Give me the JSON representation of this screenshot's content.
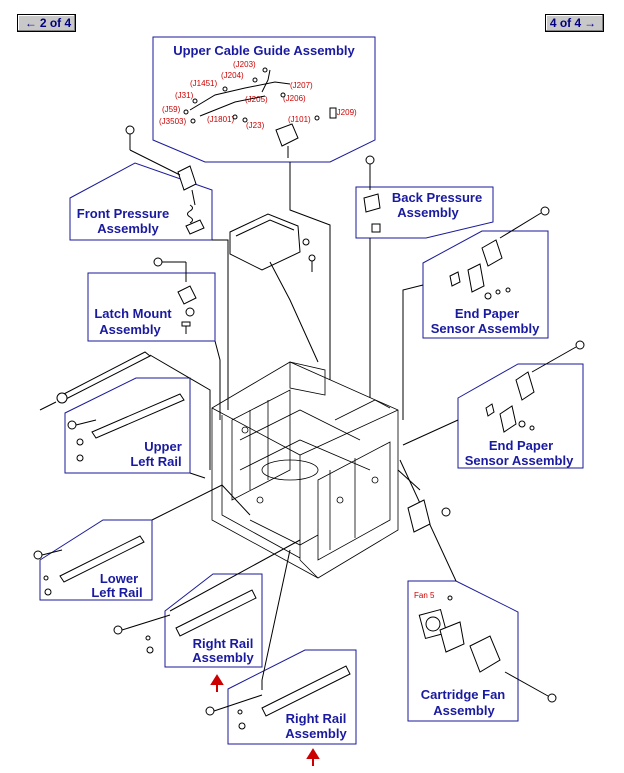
{
  "nav": {
    "prev_label": "2 of 4",
    "next_label": "4 of 4",
    "prev_arrow": "arrow-left-icon",
    "next_arrow": "arrow-right-icon"
  },
  "labels": {
    "upper_cable_guide": "Upper Cable Guide Assembly",
    "front_pressure_1": "Front Pressure",
    "front_pressure_2": "Assembly",
    "back_pressure_1": "Back Pressure",
    "back_pressure_2": "Assembly",
    "latch_mount_1": "Latch Mount",
    "latch_mount_2": "Assembly",
    "end_paper_a_1": "End Paper",
    "end_paper_a_2": "Sensor Assembly",
    "end_paper_b_1": "End Paper",
    "end_paper_b_2": "Sensor Assembly",
    "upper_left_rail_1": "Upper",
    "upper_left_rail_2": "Left Rail",
    "lower_left_rail_1": "Lower",
    "lower_left_rail_2": "Left Rail",
    "right_rail_a_1": "Right Rail",
    "right_rail_a_2": "Assembly",
    "right_rail_b_1": "Right Rail",
    "right_rail_b_2": "Assembly",
    "cartridge_fan_1": "Cartridge Fan",
    "cartridge_fan_2": "Assembly"
  },
  "connectors": {
    "j203": "(J203)",
    "j204": "(J204)",
    "j1451": "(J1451)",
    "j207": "(J207)",
    "j31": "(J31)",
    "j205": "(J205)",
    "j206": "(J206)",
    "j59": "(J59)",
    "j3503": "(J3503)",
    "j1801": "(J1801)",
    "j23": "(J23)",
    "j101": "(J101)",
    "j209": "(J209)",
    "fan5": "Fan 5"
  },
  "colors": {
    "label_blue": "#1a1aa0",
    "connector_red": "#cc0000",
    "arrow_red": "#cc0000"
  }
}
